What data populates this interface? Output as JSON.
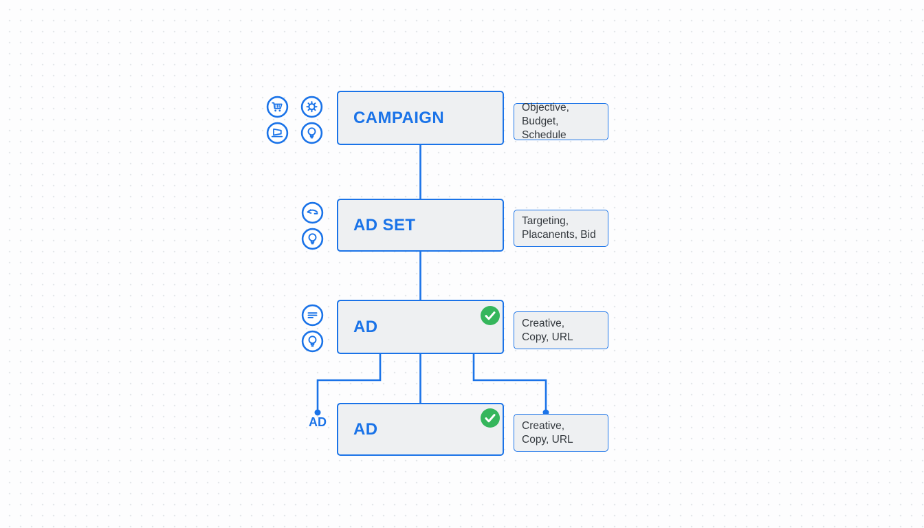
{
  "palette": {
    "blue": "#1a73e8",
    "green": "#35b65c",
    "node_fill": "#eef0f2",
    "side_label_text": "#33383d",
    "background": "#fdfdfe"
  },
  "nodes": [
    {
      "title": "CAMPAIGN",
      "side_label": "Objective, Budget,\nSchedule",
      "icons": [
        "cart-icon",
        "gear-icon",
        "flag-icon",
        "lightbulb-icon"
      ],
      "checked": false
    },
    {
      "title": "AD SET",
      "side_label": "Targeting,\nPlacanents, Bid",
      "icons": [
        "reply-arrow-icon",
        "lightbulb-icon"
      ],
      "checked": false
    },
    {
      "title": "AD",
      "side_label": "Creative,\nCopy, URL",
      "icons": [
        "text-lines-icon",
        "lightbulb-icon"
      ],
      "checked": true
    },
    {
      "title": "AD",
      "side_label": "Creative,\nCopy, URL",
      "icons": [],
      "checked": true
    }
  ],
  "branch_label": "AD"
}
